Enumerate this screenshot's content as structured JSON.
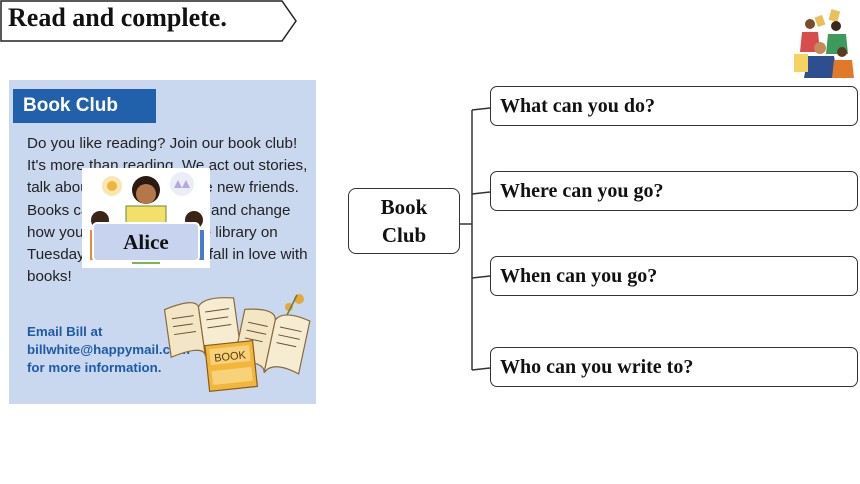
{
  "header": {
    "title": "Read and complete."
  },
  "card": {
    "heading": "Book Club",
    "body": "Do you like reading? Join our book club! It's more than reading. We act out stories, talk about books, and make new friends. Books can open your mind and change how you think. Come to the library on Tuesdays after school and fall in love with books!",
    "email_lines": [
      "Email Bill at",
      "billwhite@happymail.com",
      "for more information."
    ],
    "book_cover_label": "BOOK"
  },
  "overlay": {
    "name": "Alice"
  },
  "diagram": {
    "root": [
      "Book",
      "Club"
    ],
    "questions": [
      "What can you do?",
      "Where can you go?",
      "When can you go?",
      "Who can you write to?"
    ]
  },
  "colors": {
    "card_bg": "#c9d7ef",
    "card_header": "#2161ab",
    "email_text": "#1d5aa8",
    "book_yellow": "#f2b63a"
  }
}
